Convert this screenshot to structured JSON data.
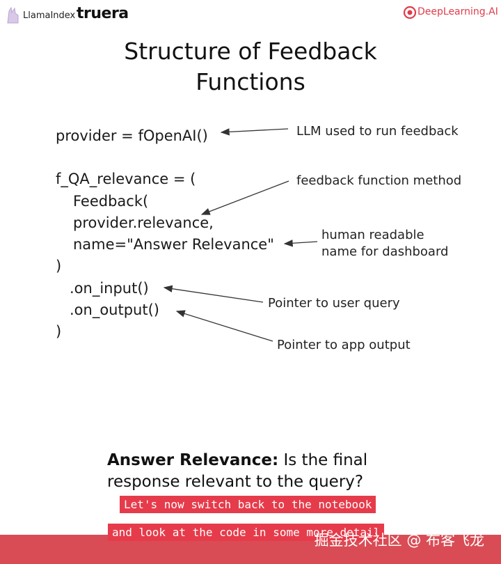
{
  "header": {
    "llamaindex_label": "LlamaIndex",
    "truera_label": "truera",
    "deeplearning_label": "DeepLearning.AI"
  },
  "slide": {
    "title_line1": "Structure of Feedback",
    "title_line2": "Functions",
    "code_lines": [
      "provider = fOpenAI()",
      "f_QA_relevance = (",
      "Feedback(",
      "provider.relevance,",
      "name=\"Answer Relevance\"",
      ")",
      ".on_input()",
      ".on_output()",
      ")"
    ],
    "annotations": {
      "llm": "LLM used to run feedback",
      "method": "feedback function method",
      "name_line1": "human readable",
      "name_line2": "name for dashboard",
      "input": "Pointer to user query",
      "output": "Pointer to app output"
    },
    "qa_bold": "Answer Relevance:",
    "qa_rest_line1": " Is the final",
    "qa_line2": "response relevant to the query?"
  },
  "captions": {
    "line1": "Let's now switch back to the notebook",
    "line2": "and look at the code in some more detail"
  },
  "watermark": "掘金技术社区 @ 布客飞龙",
  "colors": {
    "brand_red": "#e03c4a",
    "caption_bg": "#e63b4a",
    "footer_band": "#d94c55"
  }
}
